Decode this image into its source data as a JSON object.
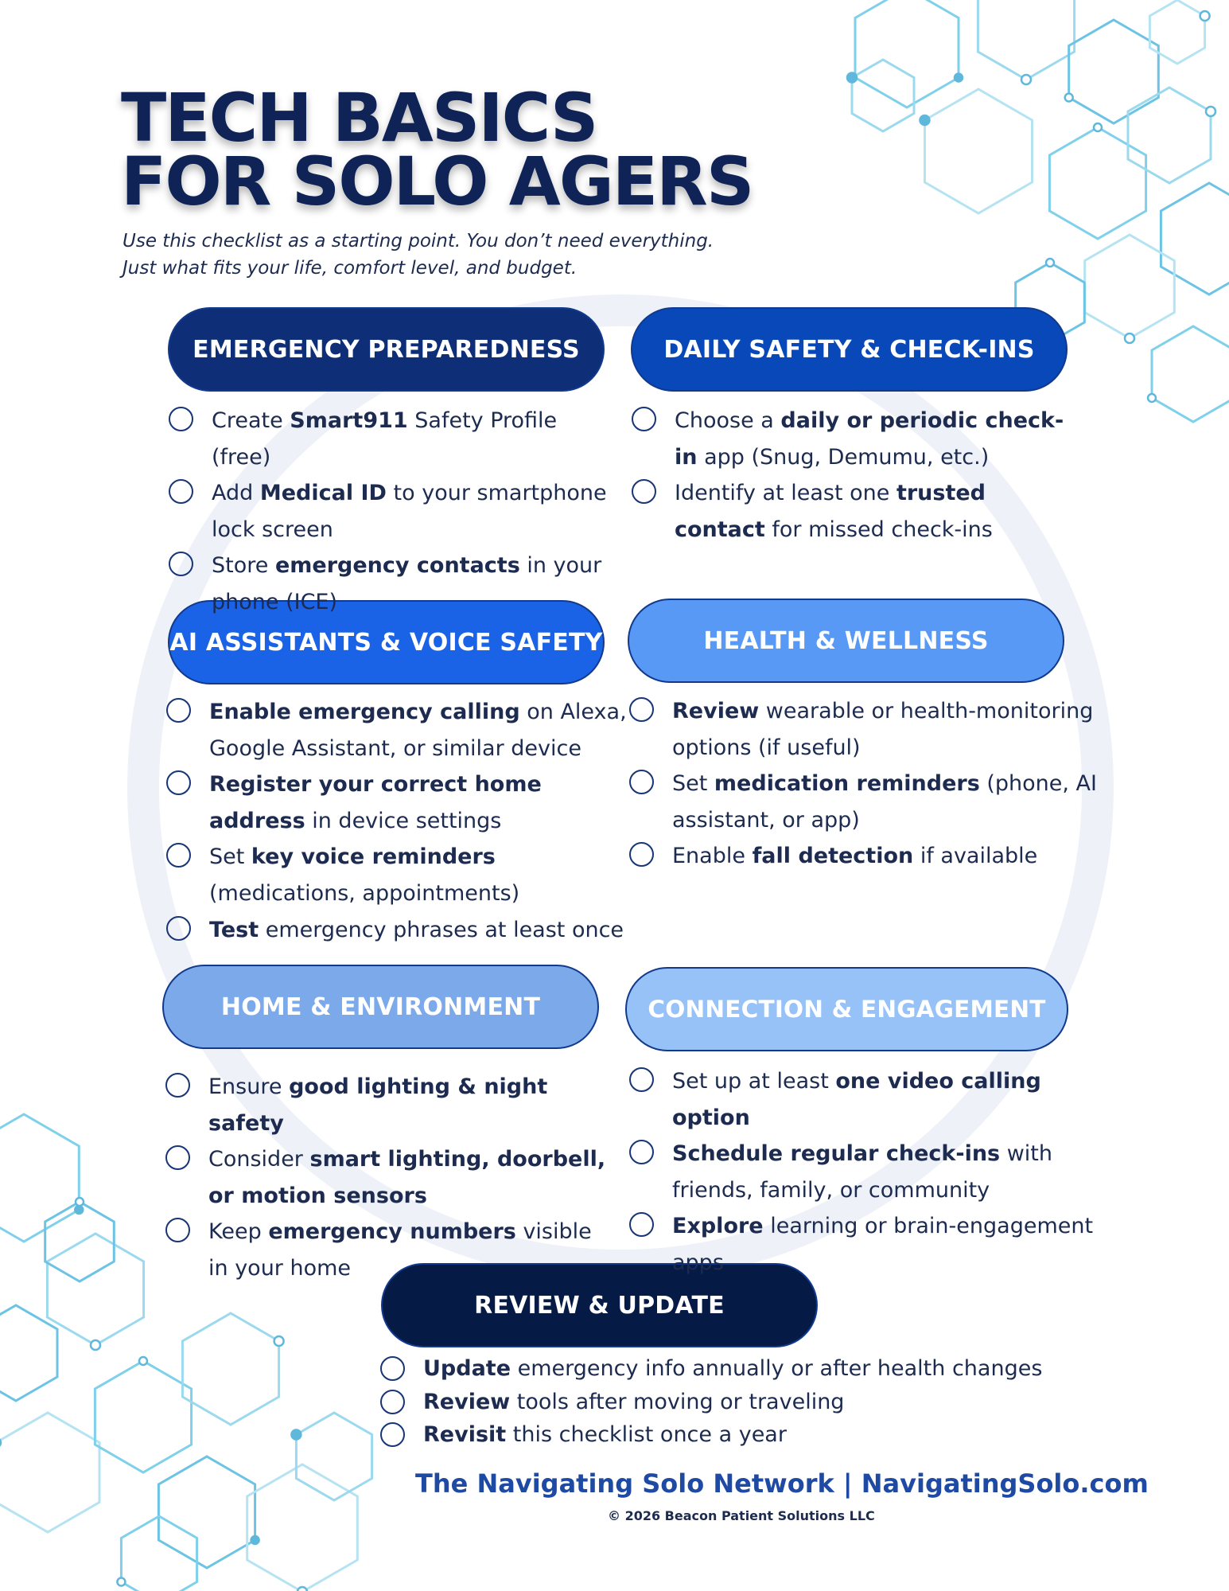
{
  "header": {
    "title_line1": "TECH BASICS",
    "title_line2": "FOR SOLO AGERS",
    "subtitle_line1": "Use this checklist as a starting point. You don’t need everything.",
    "subtitle_line2": "Just what fits your life, comfort level, and budget."
  },
  "colors": {
    "navy": "#0f2357",
    "emergency_pill": "#0e2f78",
    "daily_pill": "#0848b8",
    "ai_pill": "#1b63e6",
    "health_pill": "#5799f5",
    "home_pill": "#7ba9ea",
    "connection_pill": "#97c2f8",
    "review_pill": "#051a45",
    "decoration": "#7fd0ea"
  },
  "sections": {
    "emergency": {
      "heading": "EMERGENCY PREPAREDNESS",
      "items": [
        {
          "pre": "Create ",
          "bold": "Smart911",
          "post": " Safety Profile (free)"
        },
        {
          "pre": "Add ",
          "bold": "Medical ID",
          "post": " to your smartphone lock screen"
        },
        {
          "pre": "Store ",
          "bold": "emergency contacts",
          "post": " in your phone (ICE)"
        }
      ]
    },
    "daily": {
      "heading": "DAILY SAFETY & CHECK-INS",
      "items": [
        {
          "pre": "Choose a ",
          "bold": "daily or periodic check-in",
          "post": " app (Snug, Demumu, etc.)"
        },
        {
          "pre": "Identify at least one ",
          "bold": "trusted contact",
          "post": " for missed check-ins"
        }
      ]
    },
    "ai": {
      "heading": "AI ASSISTANTS & VOICE SAFETY",
      "items": [
        {
          "pre": "",
          "bold": "Enable emergency calling",
          "post": " on Alexa, Google Assistant, or similar device"
        },
        {
          "pre": "",
          "bold": "Register your correct home address",
          "post": " in device settings"
        },
        {
          "pre": "Set ",
          "bold": "key voice reminders",
          "post": " (medications, appointments)"
        },
        {
          "pre": "",
          "bold": "Test",
          "post": " emergency phrases at least once"
        }
      ]
    },
    "health": {
      "heading": "HEALTH & WELLNESS",
      "items": [
        {
          "pre": "",
          "bold": "Review",
          "post": " wearable or health-monitoring options (if useful)"
        },
        {
          "pre": "Set ",
          "bold": "medication reminders",
          "post": " (phone, AI assistant, or app)"
        },
        {
          "pre": "Enable ",
          "bold": "fall detection",
          "post": " if available"
        }
      ]
    },
    "home": {
      "heading": "HOME & ENVIRONMENT",
      "items": [
        {
          "pre": "Ensure ",
          "bold": "good lighting & night safety",
          "post": ""
        },
        {
          "pre": "Consider ",
          "bold": "smart lighting, doorbell, or motion sensors",
          "post": ""
        },
        {
          "pre": "Keep ",
          "bold": "emergency numbers",
          "post": " visible in your home"
        }
      ]
    },
    "connection": {
      "heading": "CONNECTION & ENGAGEMENT",
      "items": [
        {
          "pre": "Set up at least ",
          "bold": "one video calling option",
          "post": ""
        },
        {
          "pre": "",
          "bold": "Schedule regular check-ins",
          "post": " with friends, family, or community"
        },
        {
          "pre": "",
          "bold": "Explore",
          "post": " learning or brain-engagement apps"
        }
      ]
    },
    "review": {
      "heading": "REVIEW & UPDATE",
      "items": [
        {
          "pre": "",
          "bold": "Update",
          "post": " emergency info annually or after health changes"
        },
        {
          "pre": "",
          "bold": "Review",
          "post": " tools after moving or traveling"
        },
        {
          "pre": "",
          "bold": "Revisit",
          "post": " this checklist once a year"
        }
      ]
    }
  },
  "footer": {
    "network": "The Navigating Solo Network | NavigatingSolo.com",
    "copyright": "© 2026 Beacon Patient Solutions LLC"
  }
}
